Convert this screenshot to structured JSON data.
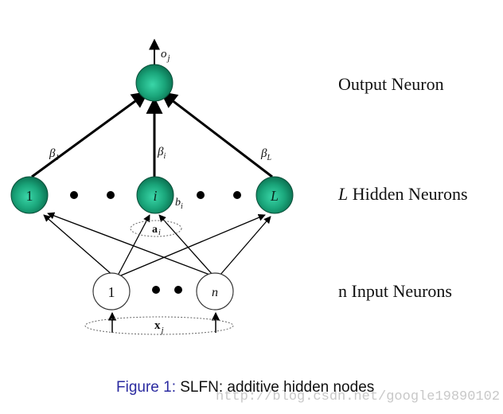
{
  "layers": {
    "output": {
      "label": "Output Neuron"
    },
    "hidden": {
      "label_var": "L",
      "label": " Hidden Neurons"
    },
    "input": {
      "label": "n Input Neurons"
    }
  },
  "nodes": {
    "output": {
      "output_var": "o",
      "output_sub": "j"
    },
    "hidden": [
      {
        "text": "1",
        "weight_var": "β",
        "weight_sub": "1"
      },
      {
        "text": "i",
        "weight_var": "β",
        "weight_sub": "i",
        "bias_var": "b",
        "bias_sub": "i",
        "input_weight_label": "a",
        "input_weight_sub": "i"
      },
      {
        "text": "L",
        "weight_var": "β",
        "weight_sub": "L"
      }
    ],
    "input": [
      {
        "text": "1"
      },
      {
        "text": "n"
      }
    ],
    "input_vector": {
      "var": "x",
      "sub": "j"
    }
  },
  "colors": {
    "hidden_node_fill": "#12906a",
    "hidden_node_highlight": "#3ad6a8",
    "caption_figure": "#2b2ba0",
    "watermark": "#c8c8c8"
  },
  "caption": {
    "figure_label": "Figure 1:",
    "text": " SLFN: additive hidden nodes"
  },
  "watermark": "http://blog.csdn.net/google19890102"
}
